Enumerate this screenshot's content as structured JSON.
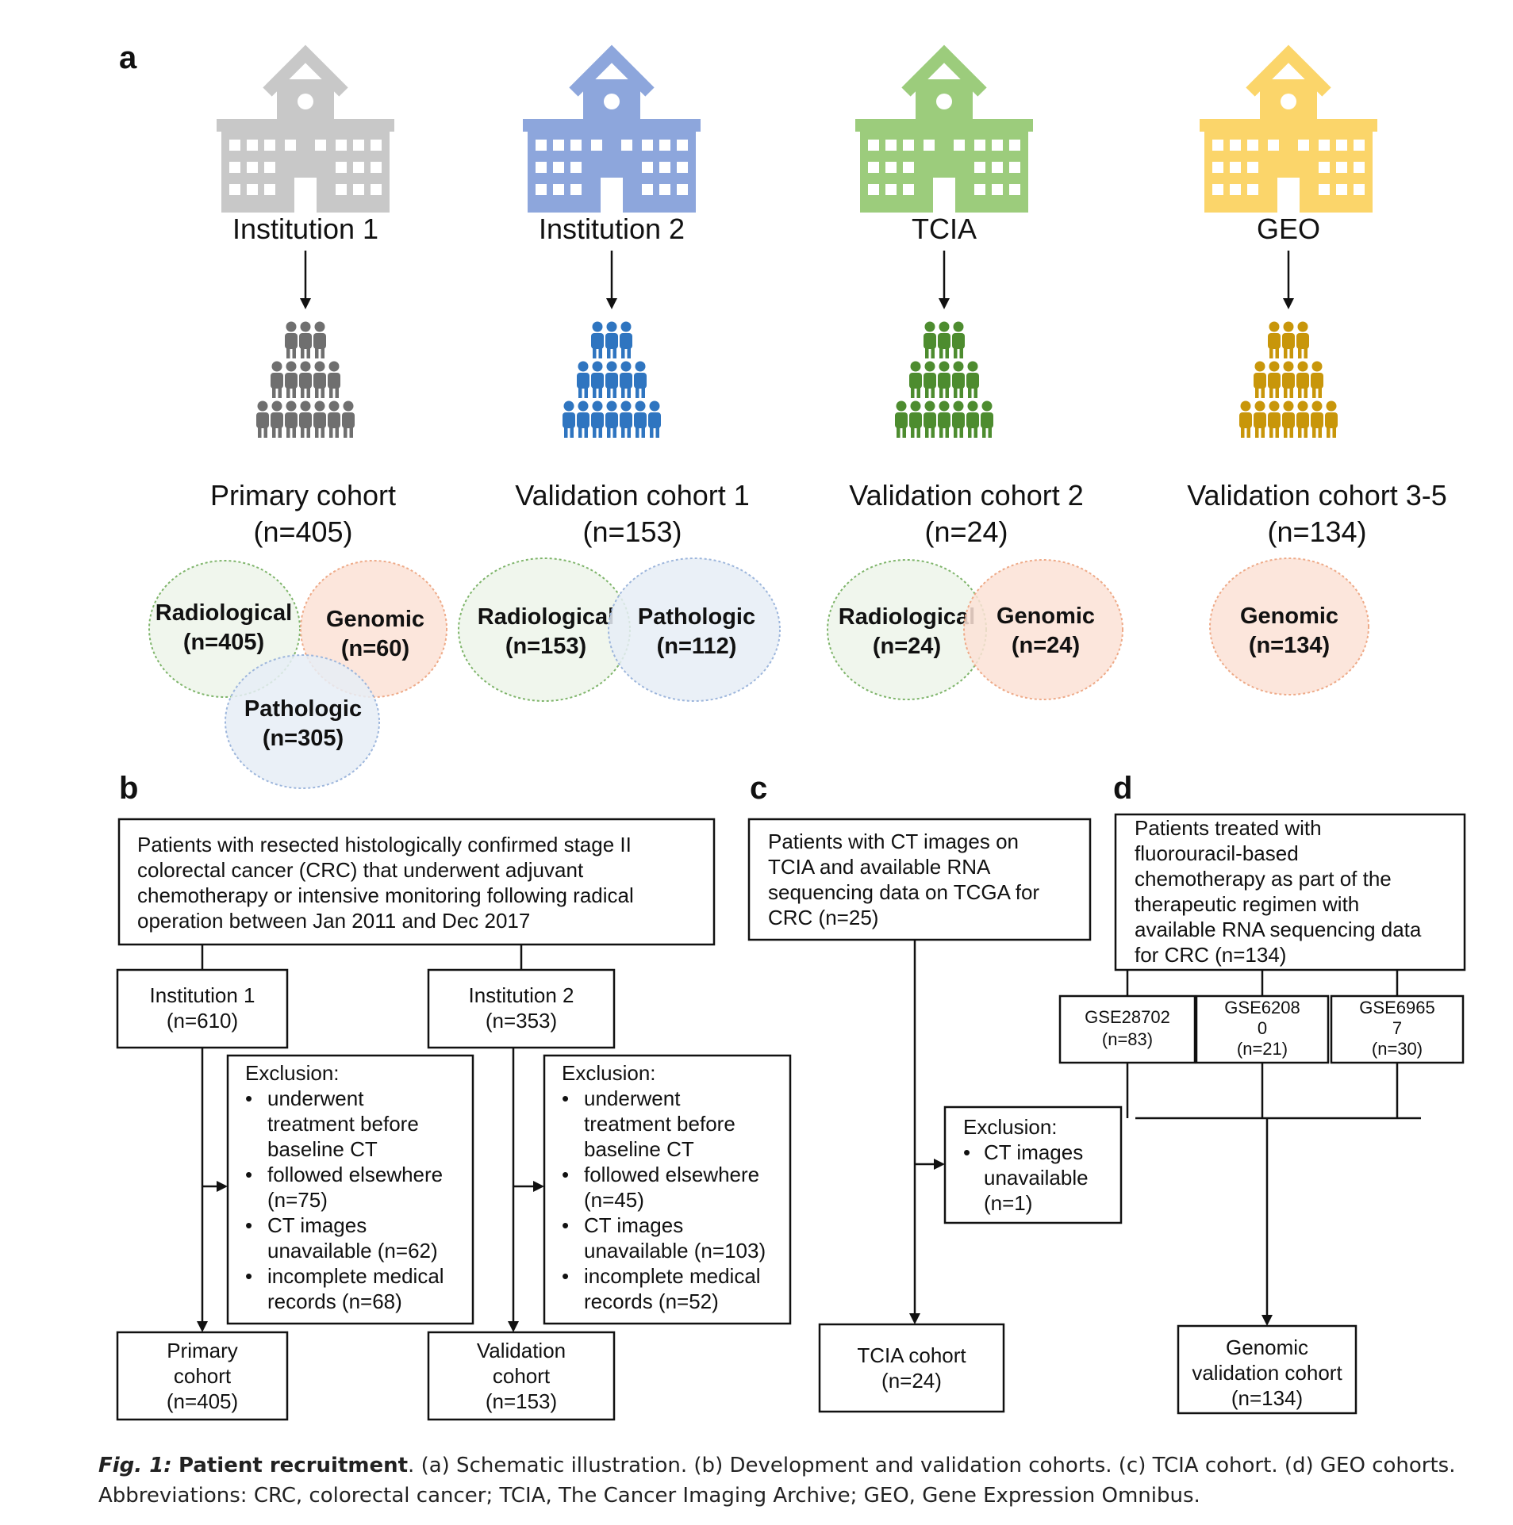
{
  "panel_a": {
    "label": "a",
    "columns": [
      {
        "source": "Institution 1",
        "color_building": "#c8c8c8",
        "color_people": "#6f6f6f",
        "cohort": "Primary cohort",
        "n": "(n=405)",
        "venn": [
          {
            "title": "Radiological",
            "n": "(n=405)",
            "fill": "#edf5ea",
            "stroke": "#7fb56b"
          },
          {
            "title": "Genomic",
            "n": "(n=60)",
            "fill": "#fbe2d6",
            "stroke": "#eeaa88"
          },
          {
            "title": "Pathologic",
            "n": "(n=305)",
            "fill": "#e6edf6",
            "stroke": "#9db6dc"
          }
        ]
      },
      {
        "source": "Institution 2",
        "color_building": "#8da6dc",
        "color_people": "#2f75c0",
        "cohort": "Validation cohort 1",
        "n": "(n=153)",
        "venn": [
          {
            "title": "Radiological",
            "n": "(n=153)",
            "fill": "#edf5ea",
            "stroke": "#7fb56b"
          },
          {
            "title": "Pathologic",
            "n": "(n=112)",
            "fill": "#e6edf6",
            "stroke": "#9db6dc"
          }
        ]
      },
      {
        "source": "TCIA",
        "color_building": "#9ccc7c",
        "color_people": "#4d8c2f",
        "cohort": "Validation cohort 2",
        "n": "(n=24)",
        "venn": [
          {
            "title": "Radiological",
            "n": "(n=24)",
            "fill": "#edf5ea",
            "stroke": "#7fb56b"
          },
          {
            "title": "Genomic",
            "n": "(n=24)",
            "fill": "#fbe2d6",
            "stroke": "#eeaa88"
          }
        ]
      },
      {
        "source": "GEO",
        "color_building": "#fbd56a",
        "color_people": "#c8960a",
        "cohort": "Validation cohort 3-5",
        "n": "(n=134)",
        "venn": [
          {
            "title": "Genomic",
            "n": "(n=134)",
            "fill": "#fbe2d6",
            "stroke": "#eeaa88"
          }
        ]
      }
    ]
  },
  "panel_b": {
    "label": "b",
    "top_box": [
      "Patients with resected histologically confirmed stage II",
      "colorectal cancer (CRC) that underwent adjuvant",
      "chemotherapy or intensive monitoring following radical",
      "operation between Jan 2011 and Dec 2017"
    ],
    "left": {
      "institution": [
        "Institution 1",
        "(n=610)"
      ],
      "exclusion_title": "Exclusion:",
      "exclusion_items": [
        [
          "underwent",
          "treatment before",
          "baseline CT"
        ],
        [
          "followed elsewhere",
          "(n=75)"
        ],
        [
          "CT images",
          "unavailable (n=62)"
        ],
        [
          "incomplete medical",
          "records (n=68)"
        ]
      ],
      "result": [
        "Primary",
        "cohort",
        "(n=405)"
      ]
    },
    "right": {
      "institution": [
        "Institution 2",
        "(n=353)"
      ],
      "exclusion_title": "Exclusion:",
      "exclusion_items": [
        [
          "underwent",
          "treatment before",
          "baseline CT"
        ],
        [
          "followed elsewhere",
          "(n=45)"
        ],
        [
          "CT images",
          "unavailable (n=103)"
        ],
        [
          "incomplete medical",
          "records (n=52)"
        ]
      ],
      "result": [
        "Validation",
        "cohort",
        "(n=153)"
      ]
    }
  },
  "panel_c": {
    "label": "c",
    "top_box": [
      "Patients with CT images on",
      "TCIA and available RNA",
      "sequencing data on TCGA for",
      "CRC (n=25)"
    ],
    "exclusion_title": "Exclusion:",
    "exclusion_items": [
      [
        "CT images",
        "unavailable",
        "(n=1)"
      ]
    ],
    "result": [
      "TCIA cohort",
      "(n=24)"
    ]
  },
  "panel_d": {
    "label": "d",
    "top_box": [
      "Patients treated with",
      "fluorouracil-based",
      "chemotherapy as part of the",
      "therapeutic regimen with",
      "available RNA sequencing data",
      "for CRC (n=134)"
    ],
    "datasets": [
      [
        "GSE28702",
        "(n=83)"
      ],
      [
        "GSE6208",
        "0",
        "(n=21)"
      ],
      [
        "GSE6965",
        "7",
        "(n=30)"
      ]
    ],
    "result": [
      "Genomic",
      "validation cohort",
      "(n=134)"
    ]
  },
  "caption": {
    "fig": "Fig. 1:",
    "title": "Patient recruitment",
    "text": ". (a) Schematic illustration. (b) Development and validation cohorts. (c) TCIA cohort. (d) GEO cohorts. Abbreviations: CRC, colorectal cancer; TCIA, The Cancer Imaging Archive; GEO, Gene Expression Omnibus."
  }
}
